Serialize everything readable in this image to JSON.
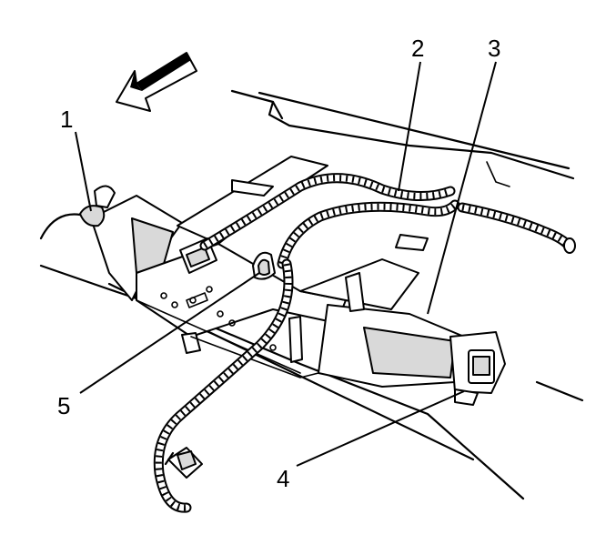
{
  "callouts": [
    {
      "id": "1",
      "text": "1"
    },
    {
      "id": "2",
      "text": "2"
    },
    {
      "id": "3",
      "text": "3"
    },
    {
      "id": "4",
      "text": "4"
    },
    {
      "id": "5",
      "text": "5"
    }
  ],
  "icons": {
    "direction_arrow": "front-direction-arrow-icon"
  },
  "colors": {
    "line": "#000000",
    "background": "#ffffff",
    "shade": "#d9d9d9"
  }
}
